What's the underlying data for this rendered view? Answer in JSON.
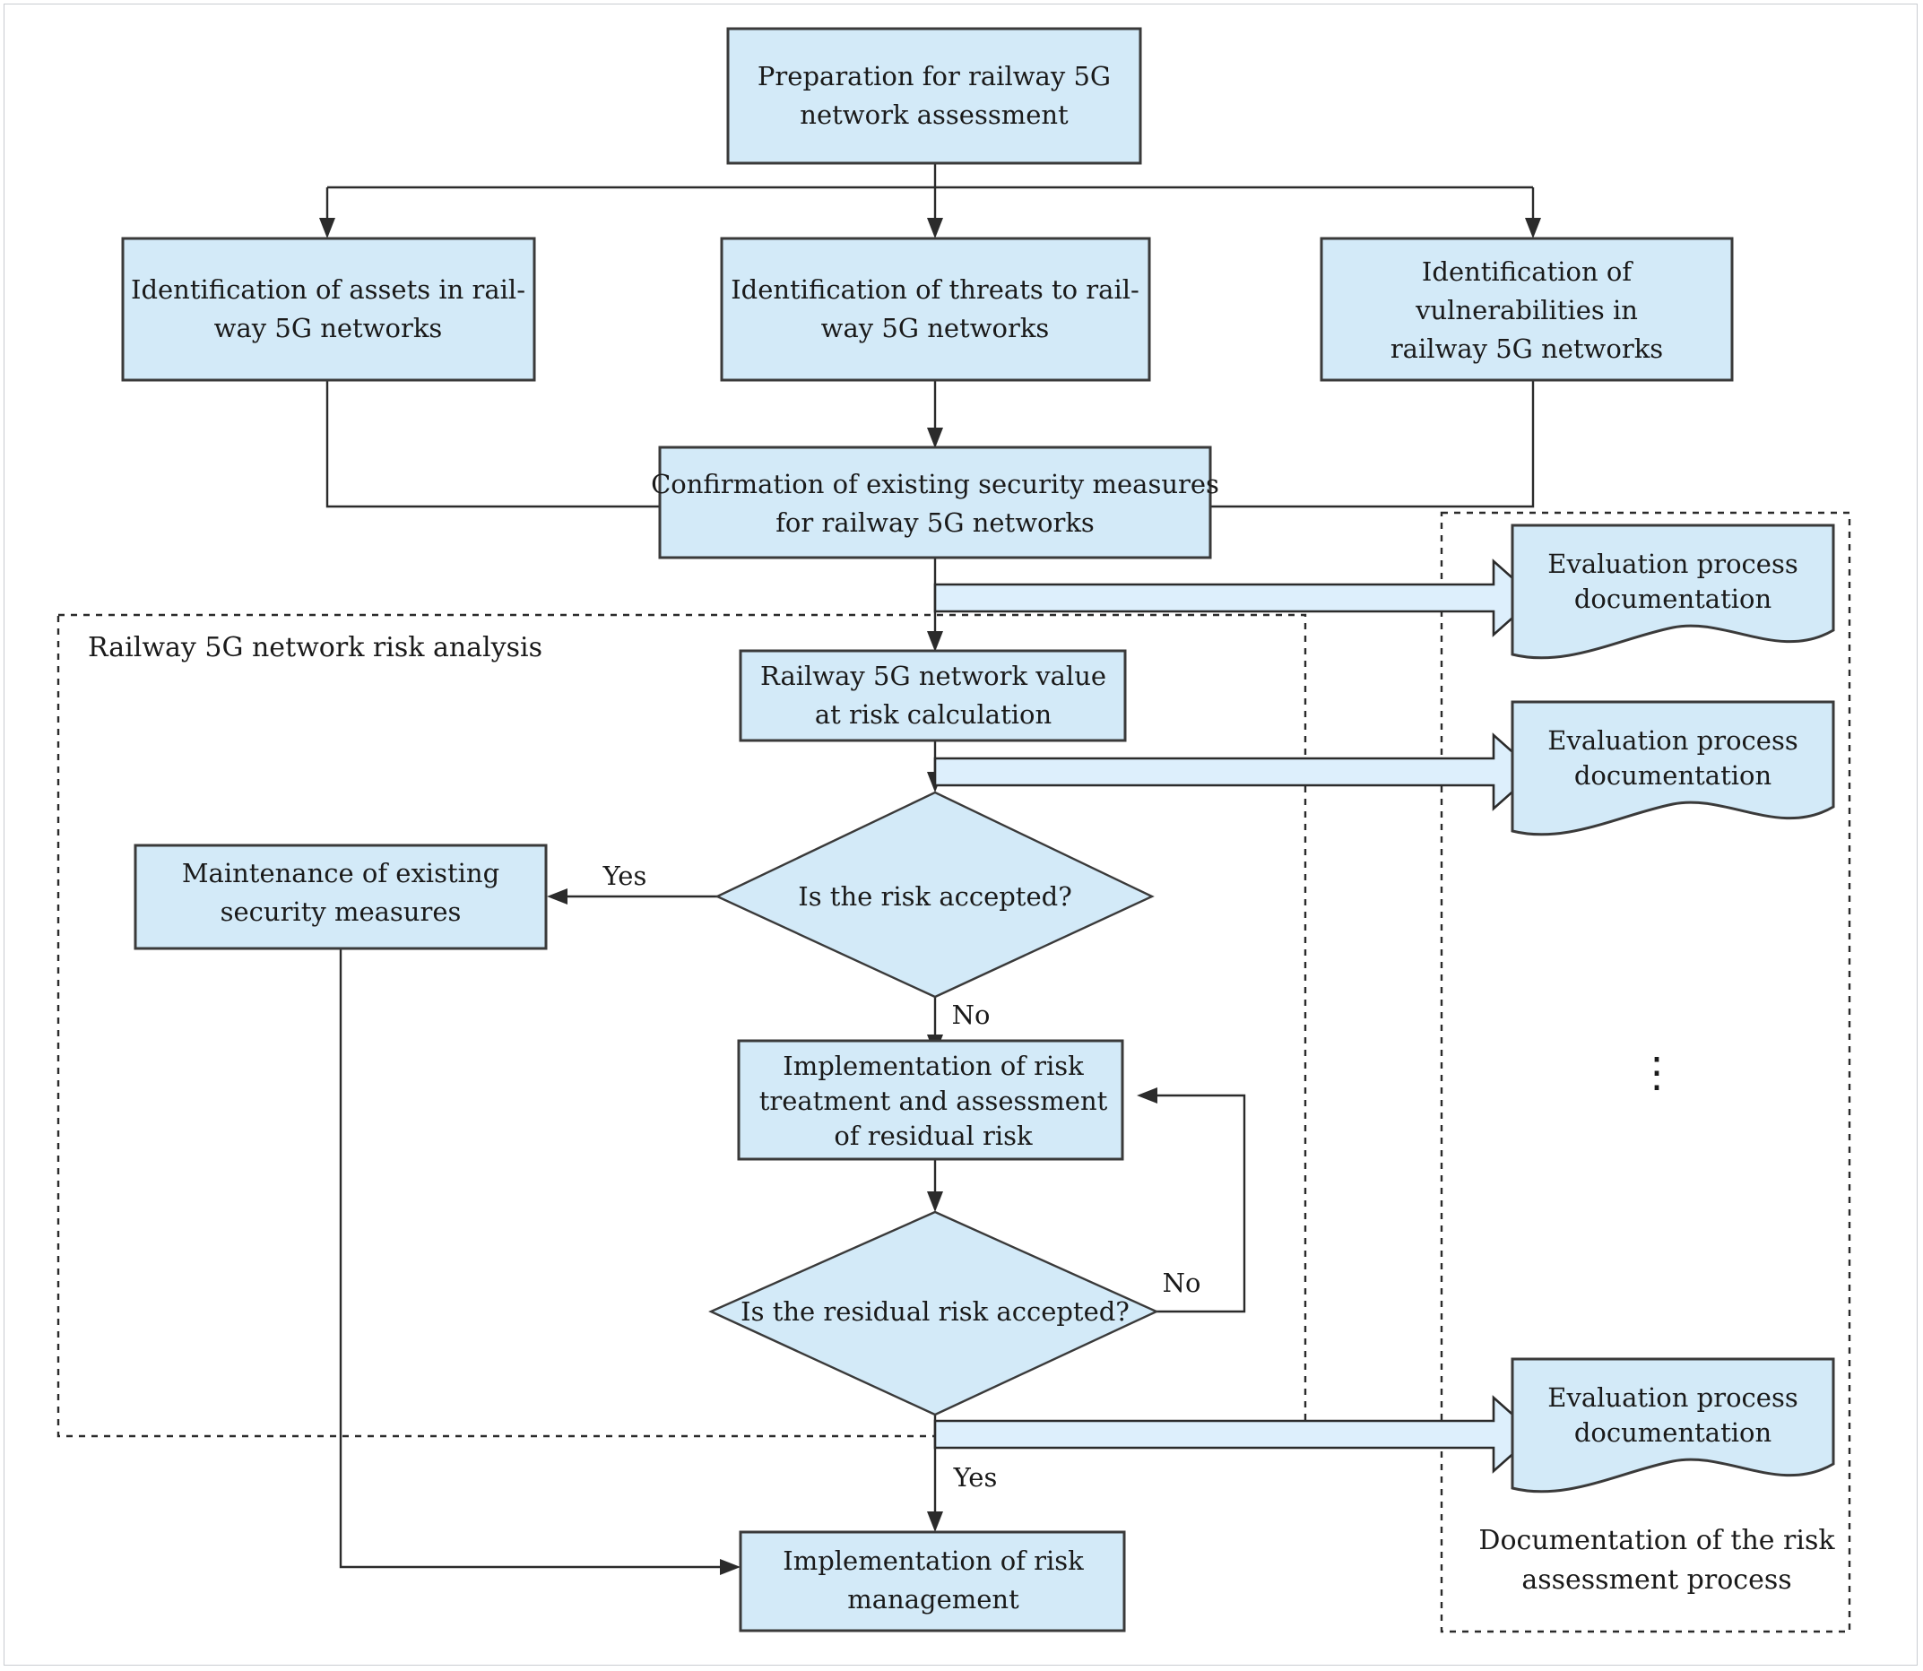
{
  "diagram": {
    "title": "Railway 5G network security risk assessment process flowchart",
    "colors": {
      "node_fill": "#d3eaf8",
      "node_stroke": "#3a3a3a",
      "arrow_fill": "#ddeffc",
      "connector": "#2b2b2b",
      "page_border": "#c9ccd1",
      "background": "#ffffff"
    },
    "nodes": {
      "preparation": {
        "line1": "Preparation for railway 5G",
        "line2": "network assessment"
      },
      "assets": {
        "line1": "Identification of assets in rail-",
        "line2": "way 5G networks"
      },
      "threats": {
        "line1": "Identification of threats to rail-",
        "line2": "way 5G networks"
      },
      "vulnerabilities": {
        "line1": "Identification of",
        "line2": "vulnerabilities in",
        "line3": "railway 5G networks"
      },
      "confirmation": {
        "line1": "Confirmation of existing security measures",
        "line2": "for railway 5G networks"
      },
      "value_at_risk": {
        "line1": "Railway 5G network value",
        "line2": "at risk calculation"
      },
      "risk_decision": {
        "line1": "Is the risk accepted?"
      },
      "maintenance": {
        "line1": "Maintenance of existing",
        "line2": "security measures"
      },
      "treatment": {
        "line1": "Implementation of risk",
        "line2": "treatment and assessment",
        "line3": "of residual risk"
      },
      "residual_decision": {
        "line1": "Is the residual risk accepted?"
      },
      "risk_management": {
        "line1": "Implementation of risk",
        "line2": "management"
      },
      "doc1": {
        "line1": "Evaluation process",
        "line2": "documentation"
      },
      "doc2": {
        "line1": "Evaluation process",
        "line2": "documentation"
      },
      "doc3": {
        "line1": "Evaluation process",
        "line2": "documentation"
      }
    },
    "edge_labels": {
      "risk_yes": "Yes",
      "risk_no": "No",
      "residual_no": "No",
      "residual_yes": "Yes"
    },
    "groups": {
      "risk_analysis": "Railway 5G network risk analysis",
      "documentation": {
        "line1": "Documentation of the risk",
        "line2": "assessment process"
      }
    },
    "symbols": {
      "vertical_ellipsis": "⋮"
    }
  }
}
